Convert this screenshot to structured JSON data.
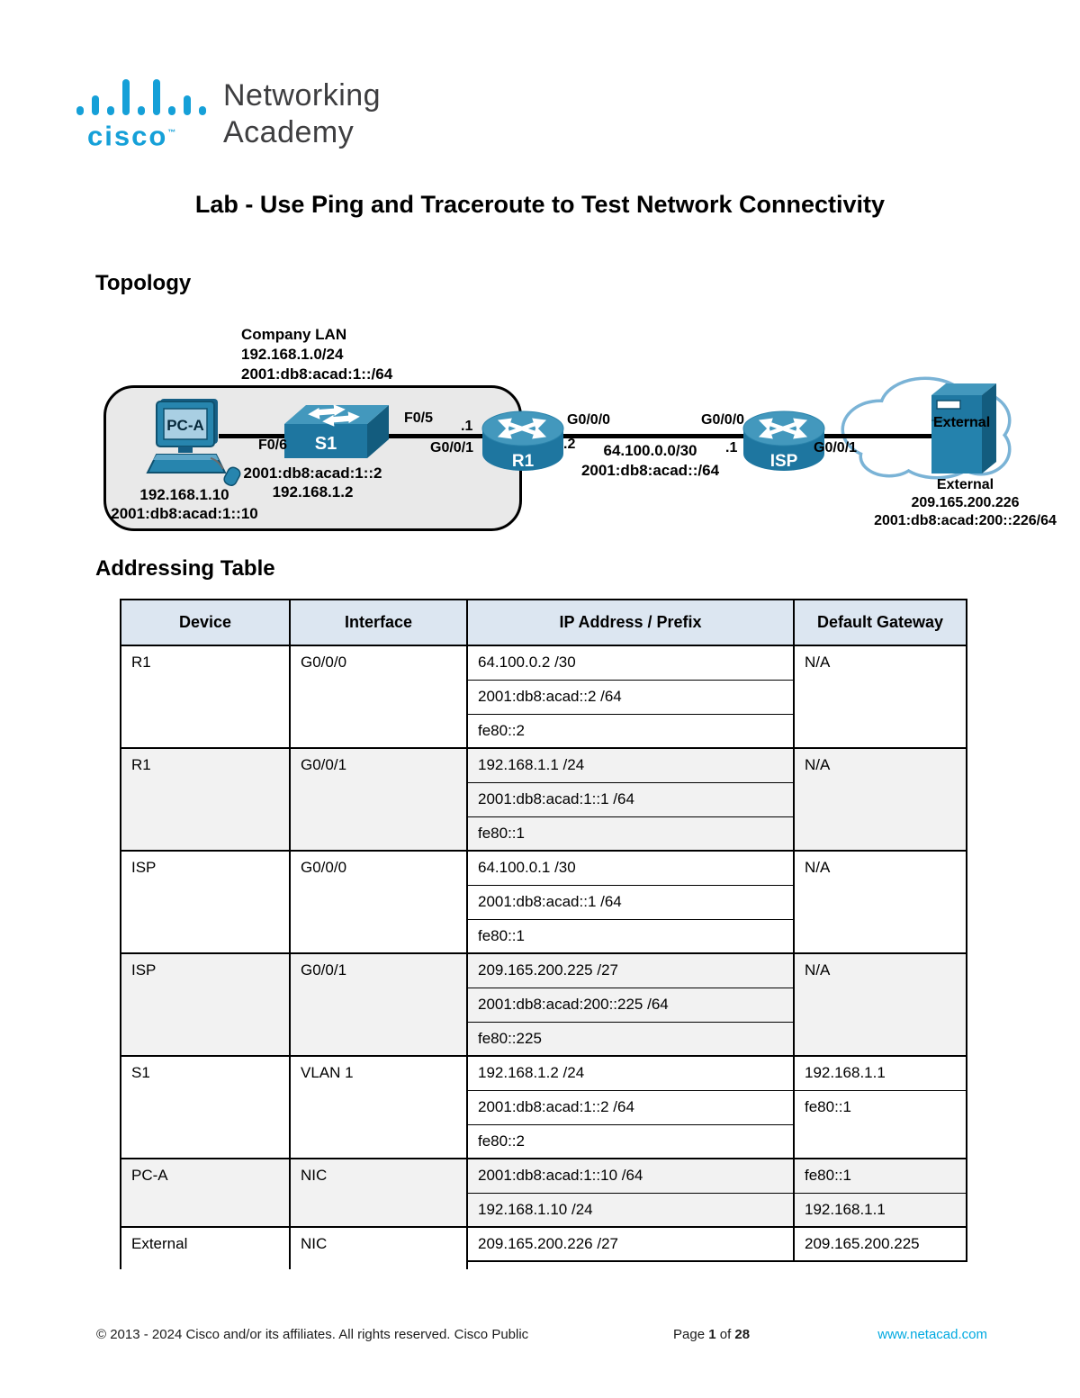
{
  "logo": {
    "brand": "cisco",
    "tm": "™",
    "name_line1": "Networking",
    "name_line2": "Academy"
  },
  "title": "Lab - Use Ping and Traceroute to Test Network Connectivity",
  "sections": {
    "topology": "Topology",
    "addressing": "Addressing Table"
  },
  "colors": {
    "cisco_blue": "#15a0d8",
    "table_header_bg": "#dce6f1",
    "alt_row_bg": "#f2f2f2",
    "icon_blue": "#2482ad",
    "cloud_outline": "#7ab3d6",
    "link_text": "#00a9e0"
  },
  "icons": {
    "pc": "computer-icon",
    "switch": "switch-icon",
    "router": "router-icon",
    "cloud": "cloud-icon",
    "server": "server-icon"
  },
  "topology": {
    "company_lan": {
      "line1": "Company LAN",
      "line2": "192.168.1.0/24",
      "line3": "2001:db8:acad:1::/64"
    },
    "pc": {
      "name": "PC-A",
      "addr1": "192.168.1.10",
      "addr2": "2001:db8:acad:1::10"
    },
    "switch": {
      "name": "S1",
      "addr1": "2001:db8:acad:1::2",
      "addr2": "192.168.1.2"
    },
    "router1": {
      "name": "R1"
    },
    "isp": {
      "name": "ISP"
    },
    "external": {
      "name": "External",
      "line1": "External",
      "line2": "209.165.200.226",
      "line3": "2001:db8:acad:200::226/64"
    },
    "labels": {
      "f06": "F0/6",
      "f05": "F0/5",
      "dot1_r1": ".1",
      "g001_r1": "G0/0/1",
      "g000_r1": "G0/0/0",
      "dot2_r1": ".2",
      "wan_v4": "64.100.0.0/30",
      "wan_v6": "2001:db8:acad::/64",
      "g000_isp": "G0/0/0",
      "dot1_isp": ".1",
      "g001_isp": "G0/0/1"
    }
  },
  "table": {
    "headers": [
      "Device",
      "Interface",
      "IP Address / Prefix",
      "Default Gateway"
    ],
    "groups": [
      {
        "device": "R1",
        "interface": "G0/0/0",
        "ips": [
          "64.100.0.2 /30",
          "2001:db8:acad::2 /64",
          "fe80::2"
        ],
        "gateways": [
          "N/A"
        ]
      },
      {
        "device": "R1",
        "interface": "G0/0/1",
        "ips": [
          "192.168.1.1 /24",
          "2001:db8:acad:1::1 /64",
          "fe80::1"
        ],
        "gateways": [
          "N/A"
        ]
      },
      {
        "device": "ISP",
        "interface": "G0/0/0",
        "ips": [
          "64.100.0.1 /30",
          "2001:db8:acad::1 /64",
          "fe80::1"
        ],
        "gateways": [
          "N/A"
        ]
      },
      {
        "device": "ISP",
        "interface": "G0/0/1",
        "ips": [
          "209.165.200.225 /27",
          "2001:db8:acad:200::225 /64",
          "fe80::225"
        ],
        "gateways": [
          "N/A"
        ]
      },
      {
        "device": "S1",
        "interface": "VLAN 1",
        "ips": [
          "192.168.1.2 /24",
          "2001:db8:acad:1::2 /64",
          "fe80::2"
        ],
        "gateways": [
          "192.168.1.1",
          "fe80::1"
        ]
      },
      {
        "device": "PC-A",
        "interface": "NIC",
        "ips": [
          "2001:db8:acad:1::10 /64",
          "192.168.1.10 /24"
        ],
        "gateways": [
          "fe80::1",
          "192.168.1.1"
        ]
      },
      {
        "device": "External",
        "interface": "NIC",
        "ips": [
          "209.165.200.226 /27"
        ],
        "gateways": [
          "209.165.200.225"
        ]
      }
    ]
  },
  "footer": {
    "copyright": "© 2013 - 2024 Cisco and/or its affiliates. All rights reserved. Cisco Public",
    "page_word": "Page",
    "page_number": "1",
    "of_word": "of",
    "total_pages": "28",
    "website": "www.netacad.com"
  }
}
